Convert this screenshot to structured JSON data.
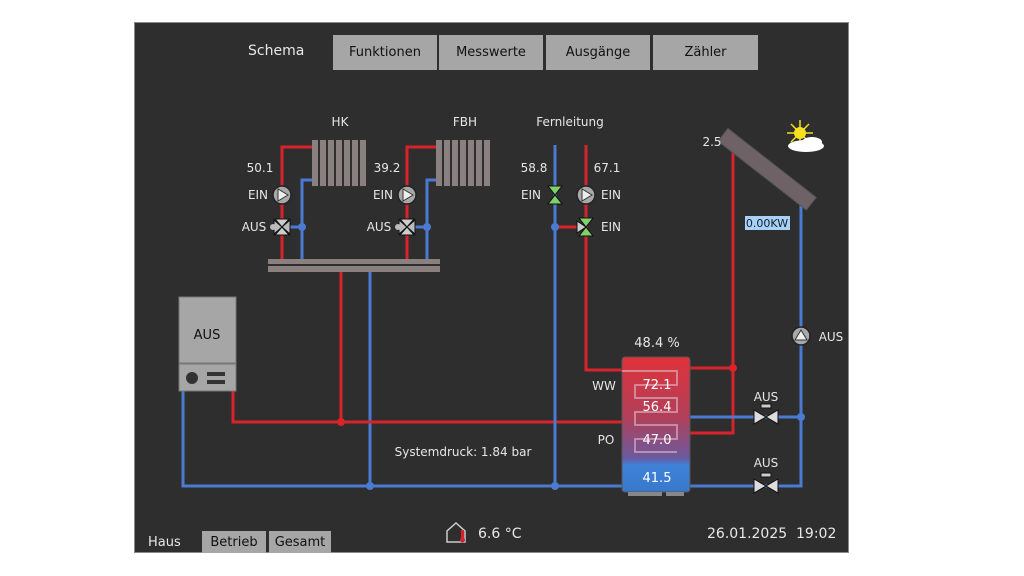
{
  "tabs": {
    "schema": "Schema",
    "funktionen": "Funktionen",
    "messwerte": "Messwerte",
    "ausgaenge": "Ausgänge",
    "zaehler": "Zähler"
  },
  "circuits": {
    "hk": {
      "title": "HK",
      "temp": "50.1",
      "pump": "EIN",
      "valve": "AUS"
    },
    "fbh": {
      "title": "FBH",
      "temp": "39.2",
      "pump": "EIN",
      "valve": "AUS"
    },
    "fern": {
      "title": "Fernleitung",
      "temp_return": "58.8",
      "temp_flow": "67.1",
      "valve_return": "EIN",
      "pump": "EIN",
      "valve_mix": "EIN"
    }
  },
  "boiler": {
    "status": "AUS"
  },
  "solar": {
    "temp": "2.5",
    "power": "0.00KW",
    "pump": "AUS",
    "valve_top": "AUS",
    "valve_bottom": "AUS"
  },
  "tank": {
    "percent": "48.4 %",
    "t1": "72.1",
    "t2": "56.4",
    "t3": "47.0",
    "t4": "41.5",
    "ww": "WW",
    "po": "PO"
  },
  "system_pressure": "Systemdruck: 1.84 bar",
  "footer": {
    "haus": "Haus",
    "betrieb": "Betrieb",
    "gesamt": "Gesamt",
    "outside_temp": "6.6 °C",
    "date": "26.01.2025",
    "time": "19:02"
  },
  "colors": {
    "hot": "#d8232a",
    "cold": "#4a7bd0",
    "bg": "#2e2e2e"
  }
}
